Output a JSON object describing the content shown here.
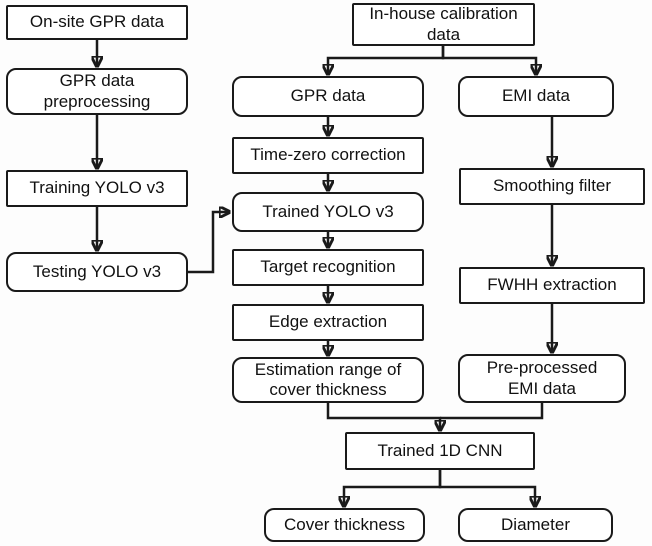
{
  "diagram": {
    "title": "GPR/EMI data processing flowchart",
    "colors": {
      "box_border": "#1a1a1a",
      "box_fill": "#ffffff",
      "arrow": "#1a1a1a",
      "background": "#fdfdfd",
      "text": "#111111"
    },
    "nodes": {
      "onsite_gpr": {
        "label": "On-site GPR data"
      },
      "gpr_preprocessing": {
        "label": "GPR data preprocessing"
      },
      "training_yolo": {
        "label": "Training YOLO v3"
      },
      "testing_yolo": {
        "label": "Testing YOLO v3"
      },
      "inhouse_calibration": {
        "label": "In-house calibration data"
      },
      "gpr_data": {
        "label": "GPR data"
      },
      "time_zero": {
        "label": "Time-zero correction"
      },
      "trained_yolo": {
        "label": "Trained YOLO v3"
      },
      "target_recognition": {
        "label": "Target recognition"
      },
      "edge_extraction": {
        "label": "Edge extraction"
      },
      "estimation_range": {
        "label": "Estimation range of cover thickness"
      },
      "emi_data": {
        "label": "EMI data"
      },
      "smoothing_filter": {
        "label": "Smoothing filter"
      },
      "fwhh_extraction": {
        "label": "FWHH extraction"
      },
      "preprocessed_emi": {
        "label": "Pre-processed EMI data"
      },
      "trained_cnn": {
        "label": "Trained 1D CNN"
      },
      "cover_thickness": {
        "label": "Cover thickness"
      },
      "diameter": {
        "label": "Diameter"
      }
    },
    "edges": [
      {
        "from": "onsite_gpr",
        "to": "gpr_preprocessing"
      },
      {
        "from": "gpr_preprocessing",
        "to": "training_yolo"
      },
      {
        "from": "training_yolo",
        "to": "testing_yolo"
      },
      {
        "from": "testing_yolo",
        "to": "trained_yolo"
      },
      {
        "from": "inhouse_calibration",
        "to": "gpr_data"
      },
      {
        "from": "inhouse_calibration",
        "to": "emi_data"
      },
      {
        "from": "gpr_data",
        "to": "time_zero"
      },
      {
        "from": "time_zero",
        "to": "trained_yolo"
      },
      {
        "from": "trained_yolo",
        "to": "target_recognition"
      },
      {
        "from": "target_recognition",
        "to": "edge_extraction"
      },
      {
        "from": "edge_extraction",
        "to": "estimation_range"
      },
      {
        "from": "emi_data",
        "to": "smoothing_filter"
      },
      {
        "from": "smoothing_filter",
        "to": "fwhh_extraction"
      },
      {
        "from": "fwhh_extraction",
        "to": "preprocessed_emi"
      },
      {
        "from": "estimation_range",
        "to": "trained_cnn"
      },
      {
        "from": "preprocessed_emi",
        "to": "trained_cnn"
      },
      {
        "from": "trained_cnn",
        "to": "cover_thickness"
      },
      {
        "from": "trained_cnn",
        "to": "diameter"
      }
    ]
  }
}
